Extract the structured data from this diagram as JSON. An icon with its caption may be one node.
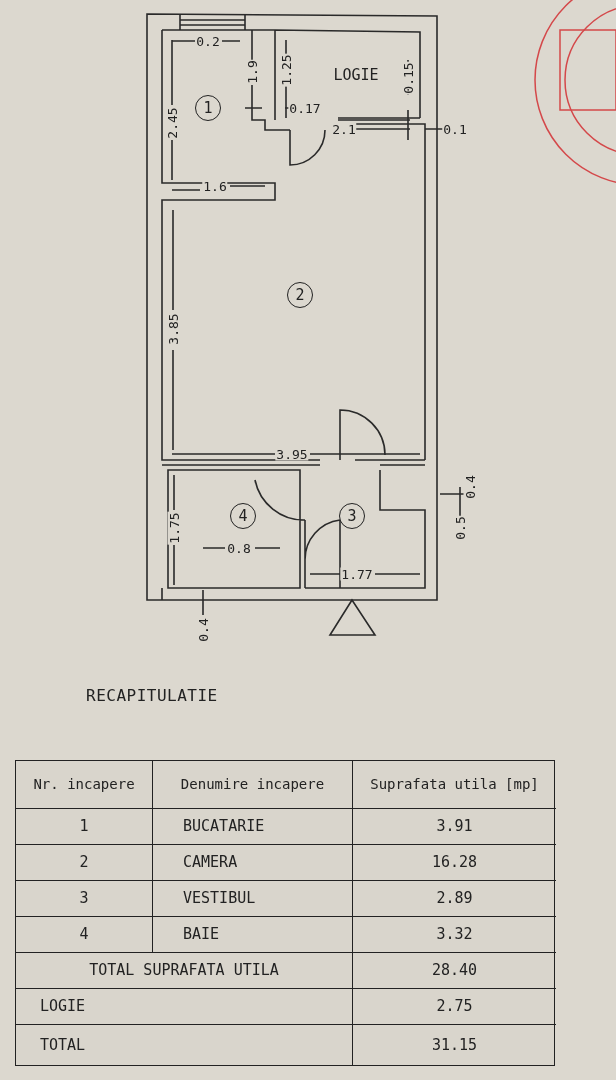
{
  "diagram": {
    "labels": [
      "0.2",
      "1.9",
      "1.25",
      "LOGIE",
      "0.15",
      "2.45",
      "1",
      "0.17",
      "2.1",
      "0.1",
      "1.6",
      "2",
      "3.85",
      "3.95",
      "0.4",
      "1.75",
      "4",
      "3",
      "0.5",
      "0.8",
      "1.77",
      "0.4",
      "RECAPITULATIE",
      "Nr. incapere",
      "Denumire incapere",
      "Suprafata utila [mp]",
      "1",
      "BUCATARIE",
      "3.91",
      "2",
      "CAMERA",
      "16.28",
      "3",
      "VESTIBUL",
      "2.89",
      "4",
      "BAIE",
      "3.32",
      "TOTAL SUPRAFATA UTILA",
      "28.40",
      "LOGIE",
      "2.75",
      "TOTAL",
      "31.15"
    ]
  }
}
